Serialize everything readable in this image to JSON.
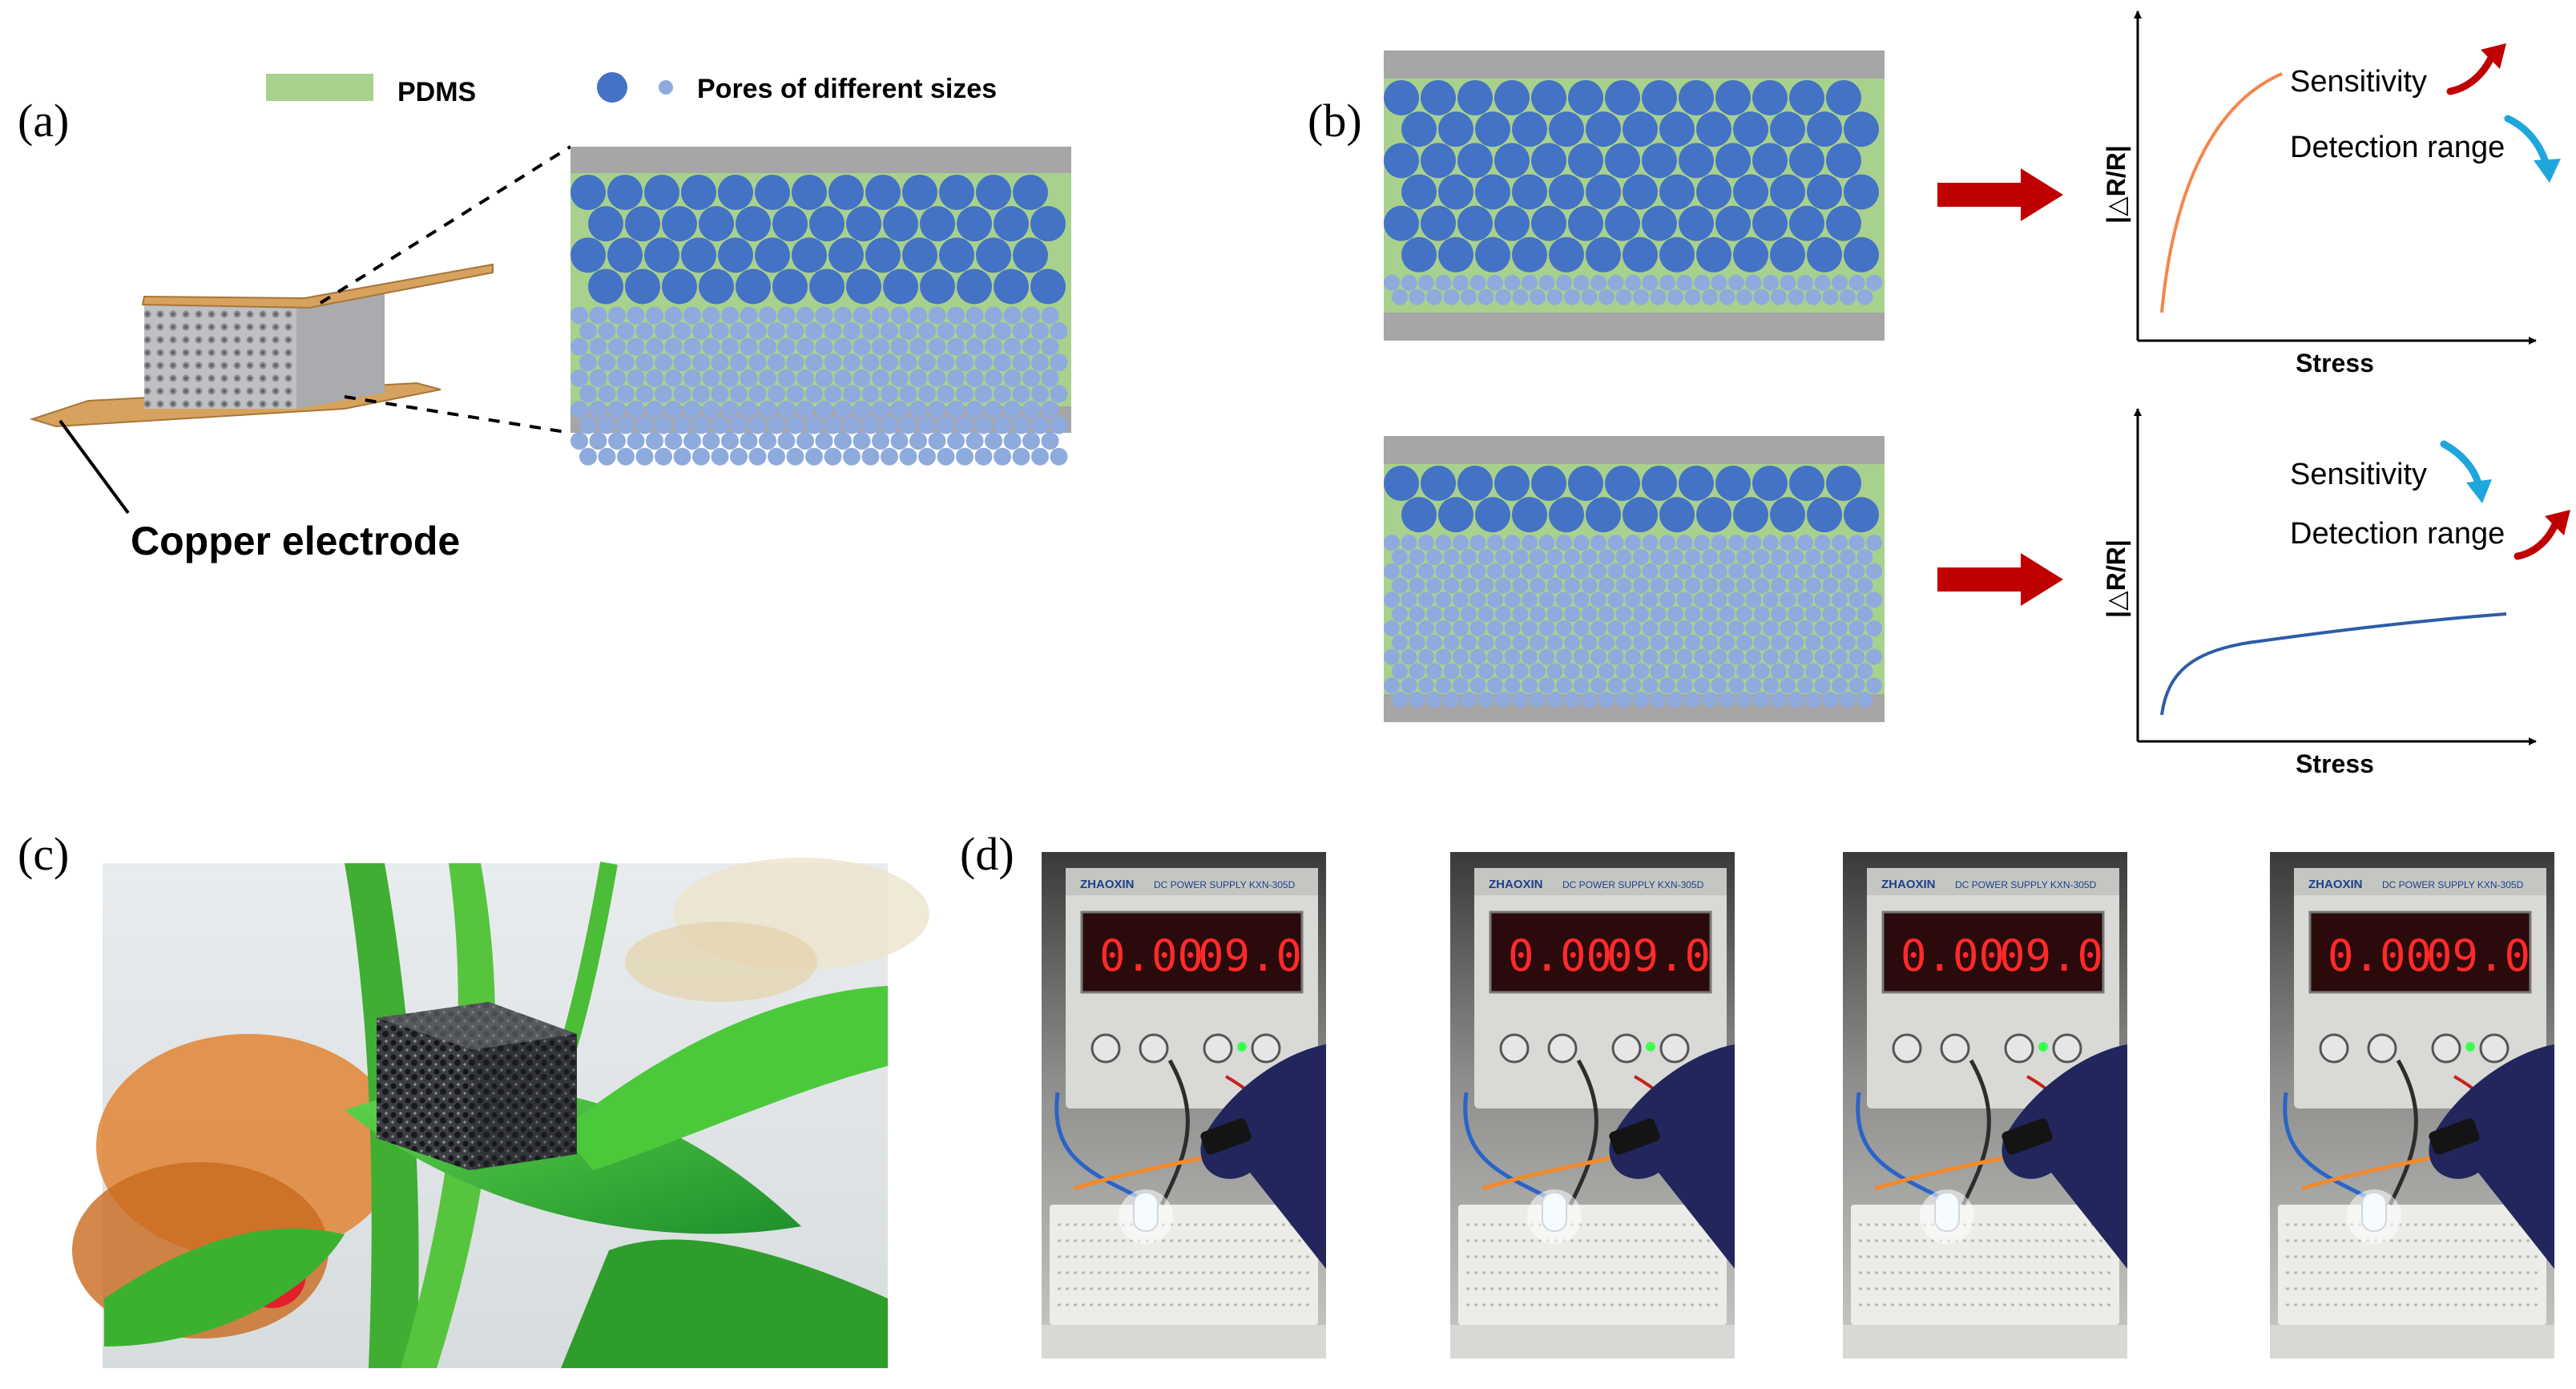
{
  "panels": {
    "a": {
      "label": "(a)",
      "legend": {
        "pdms": "PDMS",
        "pores": "Pores of different sizes"
      },
      "electrode_label": "Copper electrode"
    },
    "b": {
      "label": "(b)",
      "top_plot": {
        "ylabel": "|△R/R|",
        "xlabel": "Stress",
        "sensitivity": "Sensitivity",
        "detection": "Detection range"
      },
      "bottom_plot": {
        "ylabel": "|△R/R|",
        "xlabel": "Stress",
        "sensitivity": "Sensitivity",
        "detection": "Detection range"
      }
    },
    "c": {
      "label": "(c)"
    },
    "d": {
      "label": "(d)",
      "photos": [
        {
          "current": "0.00",
          "voltage": "09.0",
          "brand": "ZHAOXIN",
          "model": "DC POWER SUPPLY  KXN-305D"
        },
        {
          "current": "0.00",
          "voltage": "09.0",
          "brand": "ZHAOXIN",
          "model": "DC POWER SUPPLY  KXN-305D"
        },
        {
          "current": "0.00",
          "voltage": "09.0",
          "brand": "ZHAOXIN",
          "model": "DC POWER SUPPLY  KXN-305D"
        },
        {
          "current": "0.00",
          "voltage": "09.0",
          "brand": "ZHAOXIN",
          "model": "DC POWER SUPPLY  KXN-305D"
        }
      ]
    }
  },
  "colors": {
    "pdms": "#a9d18e",
    "large_pore": "#4472c4",
    "small_pore": "#8faadc",
    "electrode_gray": "#a6a6a6",
    "arrow_red": "#c00000",
    "curve_orange": "#f4874b",
    "curve_blue": "#2e5ca8",
    "arrow_cyan": "#1fa6dc"
  }
}
